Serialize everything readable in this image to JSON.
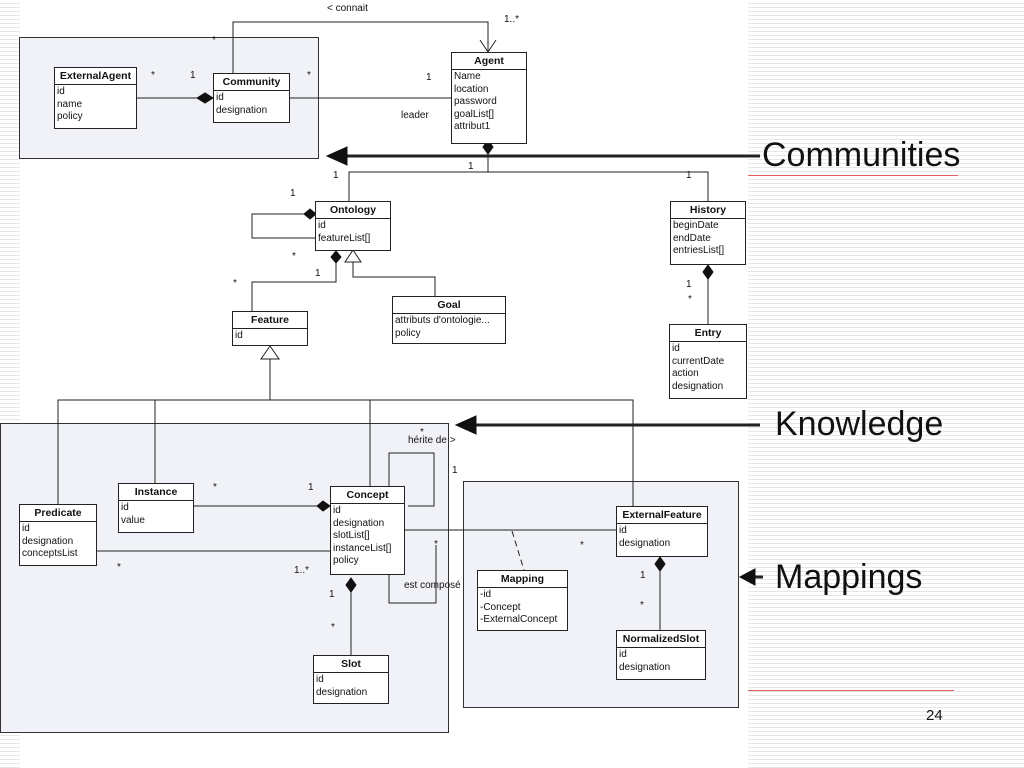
{
  "slide_number": "24",
  "classes": {
    "externalagent": {
      "title": "ExternalAgent",
      "attrs": [
        "id",
        "name",
        "policy"
      ]
    },
    "community": {
      "title": "Community",
      "attrs": [
        "id",
        "designation"
      ]
    },
    "agent": {
      "title": "Agent",
      "attrs": [
        "Name",
        "location",
        "password",
        "goalList[]",
        "attribut1"
      ]
    },
    "ontology": {
      "title": "Ontology",
      "attrs": [
        "id",
        "featureList[]"
      ]
    },
    "history": {
      "title": "History",
      "attrs": [
        "beginDate",
        "endDate",
        "entriesList[]"
      ]
    },
    "goal": {
      "title": "Goal",
      "attrs": [
        "attributs d'ontologie...",
        "policy"
      ]
    },
    "feature": {
      "title": "Feature",
      "attrs": [
        "id"
      ]
    },
    "entry": {
      "title": "Entry",
      "attrs": [
        "id",
        "currentDate",
        "action",
        "designation"
      ]
    },
    "predicate": {
      "title": "Predicate",
      "attrs": [
        "id",
        "designation",
        "conceptsList"
      ]
    },
    "instance": {
      "title": "Instance",
      "attrs": [
        "id",
        "value"
      ]
    },
    "concept": {
      "title": "Concept",
      "attrs": [
        "id",
        "designation",
        "slotList[]",
        "instanceList[]",
        "policy"
      ]
    },
    "slot": {
      "title": "Slot",
      "attrs": [
        "id",
        "designation"
      ]
    },
    "mapping": {
      "title": "Mapping",
      "attrs": [
        "-id",
        "-Concept",
        "-ExternalConcept"
      ]
    },
    "externalfeature": {
      "title": "ExternalFeature",
      "attrs": [
        "id",
        "designation"
      ]
    },
    "normalizedslot": {
      "title": "NormalizedSlot",
      "attrs": [
        "id",
        "designation"
      ]
    }
  },
  "relation_labels": {
    "connait": "< connait",
    "leader": "leader",
    "herite_de": "hérite de >",
    "est_compose": "est composé"
  },
  "multiplicities": [
    "1..*",
    "*",
    "1",
    "*",
    "1",
    "*",
    "1",
    "1",
    "1",
    "1",
    "*",
    "1",
    "1",
    "*",
    "1",
    "*",
    "*",
    "1",
    "1..*",
    "*",
    "*",
    "1",
    "*",
    "*",
    "1",
    "*",
    "*"
  ],
  "annotations": {
    "communities": "Communities",
    "knowledge": "Knowledge",
    "mappings": "Mappings"
  }
}
